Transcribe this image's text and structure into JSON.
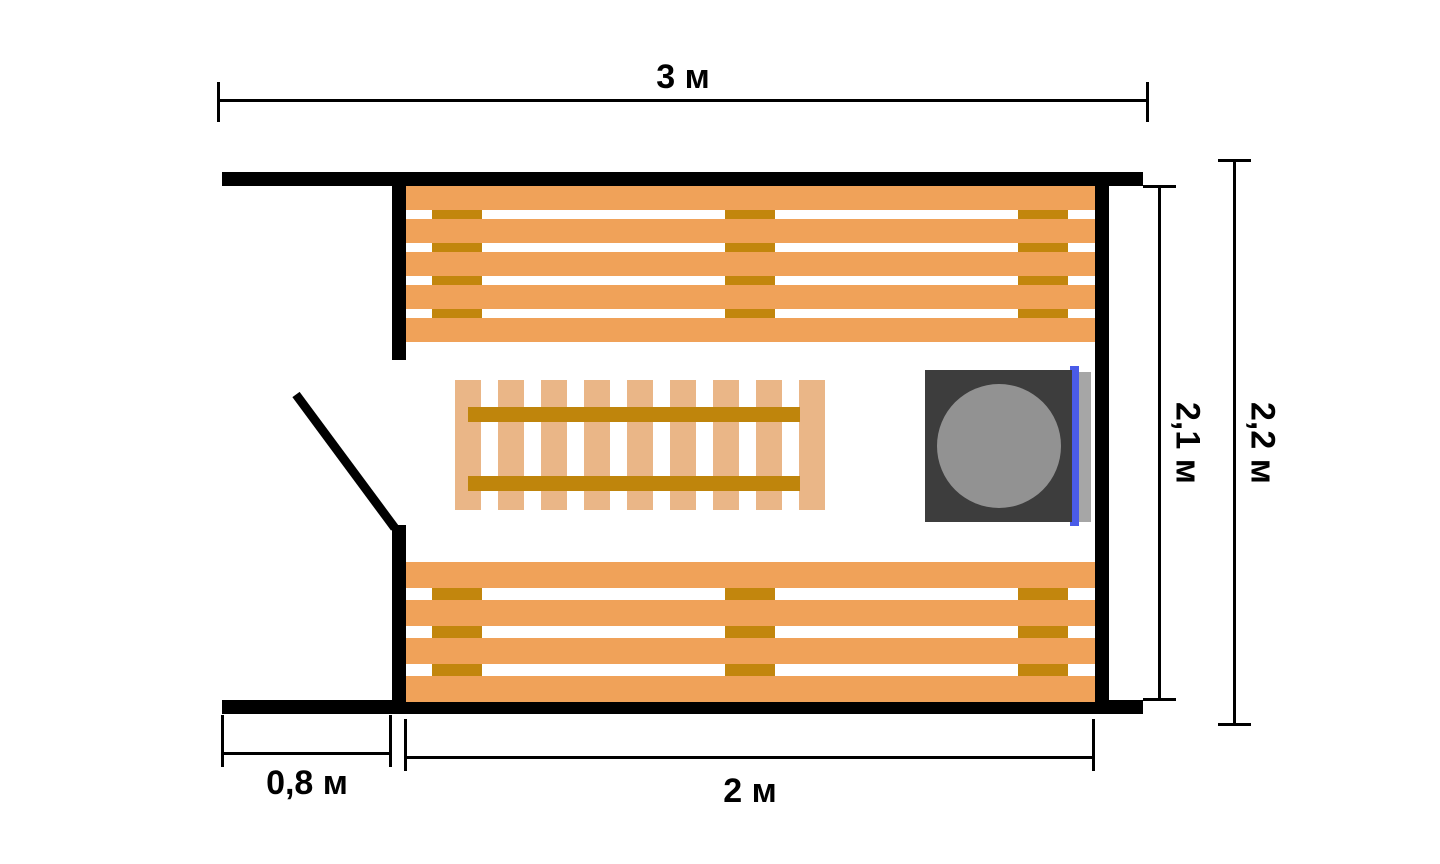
{
  "plan": {
    "type": "sauna-floor-plan",
    "labels": {
      "outer_width": "3 м",
      "inner_height": "2,1 м",
      "outer_height": "2,2 м",
      "door_section": "0,8 м",
      "inner_width": "2 м"
    },
    "colors": {
      "wall": "#000000",
      "dim": "#000000",
      "text": "#000000",
      "bench_slat": "#F0A259",
      "bench_cross": "#C2860D",
      "grate_slat": "#EAB687",
      "grate_rail": "#BF850C",
      "stove_body": "#3D3D3D",
      "stove_lid": "#929292",
      "stove_trim": "#4A5BE8",
      "stove_mount": "#A6A6A6"
    }
  }
}
